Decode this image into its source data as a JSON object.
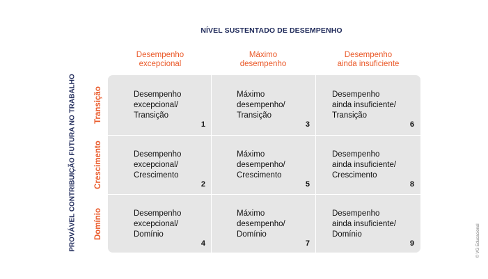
{
  "diagram": {
    "top_title": "NÍVEL SUSTENTADO DE DESEMPENHO",
    "side_title": "PROVÁVEL CONTRIBUIÇÃO FUTURA NO TRABALHO",
    "columns": [
      {
        "line1": "Desempenho",
        "line2": "excepcional"
      },
      {
        "line1": "Máximo",
        "line2": "desempenho"
      },
      {
        "line1": "Desempenho",
        "line2": "ainda insuficiente"
      }
    ],
    "rows": [
      {
        "label": "Transição"
      },
      {
        "label": "Crescimento"
      },
      {
        "label": "Domínio"
      }
    ],
    "cells": [
      [
        {
          "line1": "Desempenho",
          "line2": "excepcional/",
          "line3": "Transição",
          "number": "1"
        },
        {
          "line1": "Máximo",
          "line2": "desempenho/",
          "line3": "Transição",
          "number": "3"
        },
        {
          "line1": "Desempenho",
          "line2": "ainda insuficiente/",
          "line3": "Transição",
          "number": "6"
        }
      ],
      [
        {
          "line1": "Desempenho",
          "line2": "excepcional/",
          "line3": "Crescimento",
          "number": "2"
        },
        {
          "line1": "Máximo",
          "line2": "desempenho/",
          "line3": "Crescimento",
          "number": "5"
        },
        {
          "line1": "Desempenho",
          "line2": "ainda insuficiente/",
          "line3": "Crescimento",
          "number": "8"
        }
      ],
      [
        {
          "line1": "Desempenho",
          "line2": "excepcional/",
          "line3": "Domínio",
          "number": "4"
        },
        {
          "line1": "Máximo",
          "line2": "desempenho/",
          "line3": "Domínio",
          "number": "7"
        },
        {
          "line1": "Desempenho",
          "line2": "ainda insuficiente/",
          "line3": "Domínio",
          "number": "9"
        }
      ]
    ],
    "credit": "© VG Educacional",
    "colors": {
      "navy": "#1f2a5a",
      "orange": "#ea5a2a",
      "grid_bg": "#e6e6e6",
      "text": "#111111"
    }
  }
}
